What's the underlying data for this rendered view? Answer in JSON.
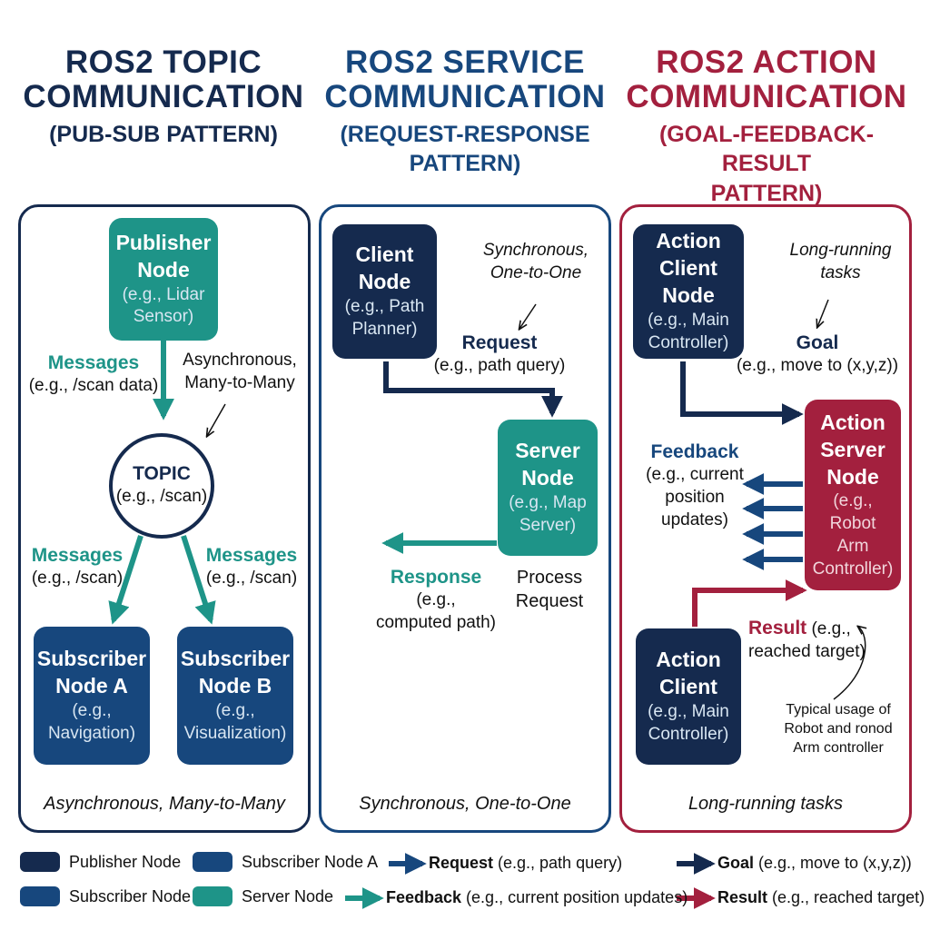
{
  "colors": {
    "navy": "#152a4e",
    "blue": "#17477d",
    "teal": "#1e9488",
    "crimson": "#a3203e"
  },
  "topic": {
    "title1": "ROS2 TOPIC",
    "title2": "COMMUNICATION",
    "title3": "(PUB-SUB PATTERN)",
    "publisher": {
      "name1": "Publisher",
      "name2": "Node",
      "ex1": "(e.g., Lidar",
      "ex2": "Sensor)"
    },
    "messages_main": {
      "label": "Messages",
      "ex": "(e.g., /scan data)"
    },
    "async_note": {
      "l1": "Asynchronous,",
      "l2": "Many-to-Many"
    },
    "topic_node": {
      "name": "TOPIC",
      "ex": "(e.g., /scan)"
    },
    "messages_a": {
      "label": "Messages",
      "ex": "(e.g., /scan)"
    },
    "messages_b": {
      "label": "Messages",
      "ex": "(e.g., /scan)"
    },
    "sub_a": {
      "name1": "Subscriber",
      "name2": "Node A",
      "ex1": "(e.g.,",
      "ex2": "Navigation)"
    },
    "sub_b": {
      "name1": "Subscriber",
      "name2": "Node B",
      "ex1": "(e.g.,",
      "ex2": "Visualization)"
    },
    "footer": "Asynchronous, Many-to-Many"
  },
  "service": {
    "title1": "ROS2 SERVICE",
    "title2": "COMMUNICATION",
    "title3": "(REQUEST-RESPONSE",
    "title4": "PATTERN)",
    "client": {
      "name1": "Client",
      "name2": "Node",
      "ex1": "(e.g., Path",
      "ex2": "Planner)"
    },
    "sync_note": {
      "l1": "Synchronous,",
      "l2": "One-to-One"
    },
    "request": {
      "label": "Request",
      "ex": "(e.g., path query)"
    },
    "server": {
      "name1": "Server",
      "name2": "Node",
      "ex1": "(e.g., Map",
      "ex2": "Server)"
    },
    "response": {
      "label": "Response",
      "ex1": "(e.g.,",
      "ex2": "computed path)"
    },
    "process": {
      "l1": "Process",
      "l2": "Request"
    },
    "footer": "Synchronous, One-to-One"
  },
  "action": {
    "title1": "ROS2 ACTION",
    "title2": "COMMUNICATION",
    "title3": "(GOAL-FEEDBACK-RESULT",
    "title4": "PATTERN)",
    "client_top": {
      "name1": "Action",
      "name2": "Client Node",
      "ex1": "(e.g., Main",
      "ex2": "Controller)"
    },
    "long_note": {
      "l1": "Long-running",
      "l2": "tasks"
    },
    "goal": {
      "label": "Goal",
      "ex": "(e.g., move to (x,y,z))"
    },
    "server": {
      "name1": "Action",
      "name2": "Server",
      "name3": "Node",
      "ex1": "(e.g., Robot",
      "ex2": "Arm",
      "ex3": "Controller)"
    },
    "feedback": {
      "label": "Feedback",
      "ex1": "(e.g., current",
      "ex2": "position",
      "ex3": "updates)"
    },
    "result": {
      "label": "Result",
      "ex1": "(e.g.,",
      "ex2": "reached target)"
    },
    "client_bottom": {
      "name1": "Action",
      "name2": "Client",
      "ex1": "(e.g., Main",
      "ex2": "Controller)"
    },
    "usage": {
      "l1": "Typical usage of",
      "l2": "Robot and ronod",
      "l3": "Arm controller"
    },
    "footer": "Long-running tasks"
  },
  "legend": {
    "publisher": "Publisher Node",
    "sub_a": "Subscriber Node A",
    "request_b": "Request",
    "request_t": " (e.g., path query)",
    "goal_b": "Goal",
    "goal_t": " (e.g., move to (x,y,z))",
    "sub_b": "Subscriber Node B",
    "server": "Server Node",
    "feedback_b": "Feedback",
    "feedback_t": " (e.g., current position updates)",
    "result_b": "Result",
    "result_t": " (e.g., reached target)"
  }
}
